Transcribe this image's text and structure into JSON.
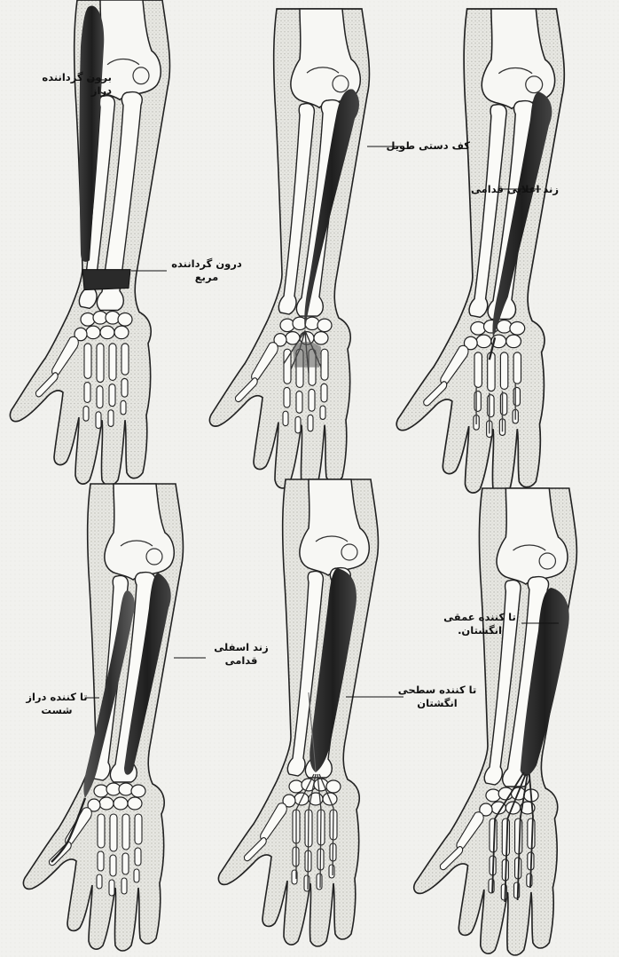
{
  "labels": {
    "supinator_long": {
      "line1": "برون گرداننده",
      "line2": "دراز"
    },
    "pronator_quadratus": {
      "line1": "درون گرداننده",
      "line2": "مربع"
    },
    "palmaris_longus": {
      "line1": "کف دستی طویل"
    },
    "fcr": {
      "line1": "زند اعلایی قدامی"
    },
    "fcu": {
      "line1": "زند اسفلی",
      "line2": "قدامی"
    },
    "fpl": {
      "line1": "تا کننده دراز",
      "line2": "شست"
    },
    "fds": {
      "line1": "تا کننده سطحی",
      "line2": "انگشتان"
    },
    "fdp": {
      "line1": "تا کننده عمقی",
      "line2": "انگشتان."
    }
  }
}
